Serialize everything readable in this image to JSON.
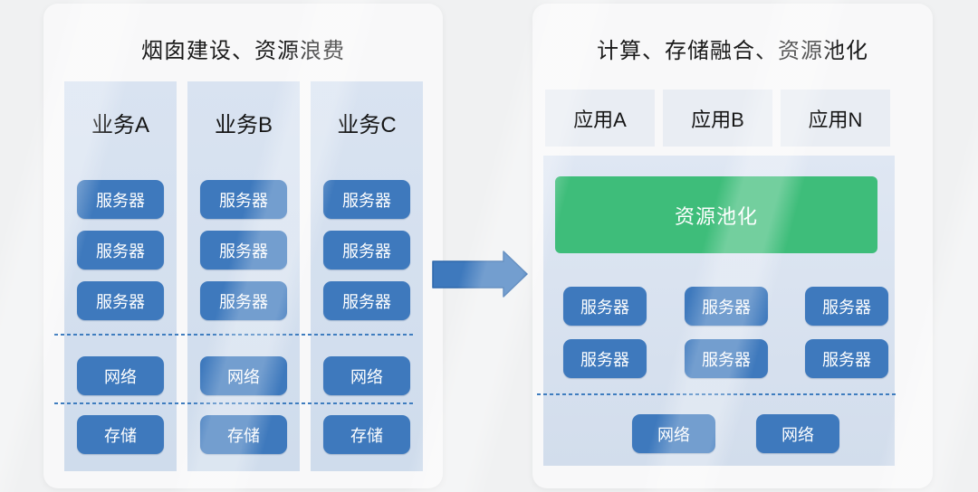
{
  "colors": {
    "accent_blue": "#3e79bd",
    "accent_blue_border": "#2e68ab",
    "pool_green": "#3ebd7a",
    "panel_light_blue": "#d3dfee",
    "app_box_gray": "#e9edf3",
    "dashed_line_blue": "#3f7dbf",
    "card_bg": "#f8f8f9",
    "page_bg": "#f0f1f2"
  },
  "icons": {
    "arrow": "right-arrow"
  },
  "left_panel": {
    "title": "烟囱建设、资源浪费",
    "columns": [
      {
        "header": "业务A",
        "servers": [
          "服务器",
          "服务器",
          "服务器"
        ],
        "network": "网络",
        "storage": "存储"
      },
      {
        "header": "业务B",
        "servers": [
          "服务器",
          "服务器",
          "服务器"
        ],
        "network": "网络",
        "storage": "存储"
      },
      {
        "header": "业务C",
        "servers": [
          "服务器",
          "服务器",
          "服务器"
        ],
        "network": "网络",
        "storage": "存储"
      }
    ]
  },
  "right_panel": {
    "title": "计算、存储融合、资源池化",
    "apps": [
      "应用A",
      "应用B",
      "应用N"
    ],
    "pool_label": "资源池化",
    "servers": [
      "服务器",
      "服务器",
      "服务器",
      "服务器",
      "服务器",
      "服务器"
    ],
    "networks": [
      "网络",
      "网络"
    ]
  }
}
